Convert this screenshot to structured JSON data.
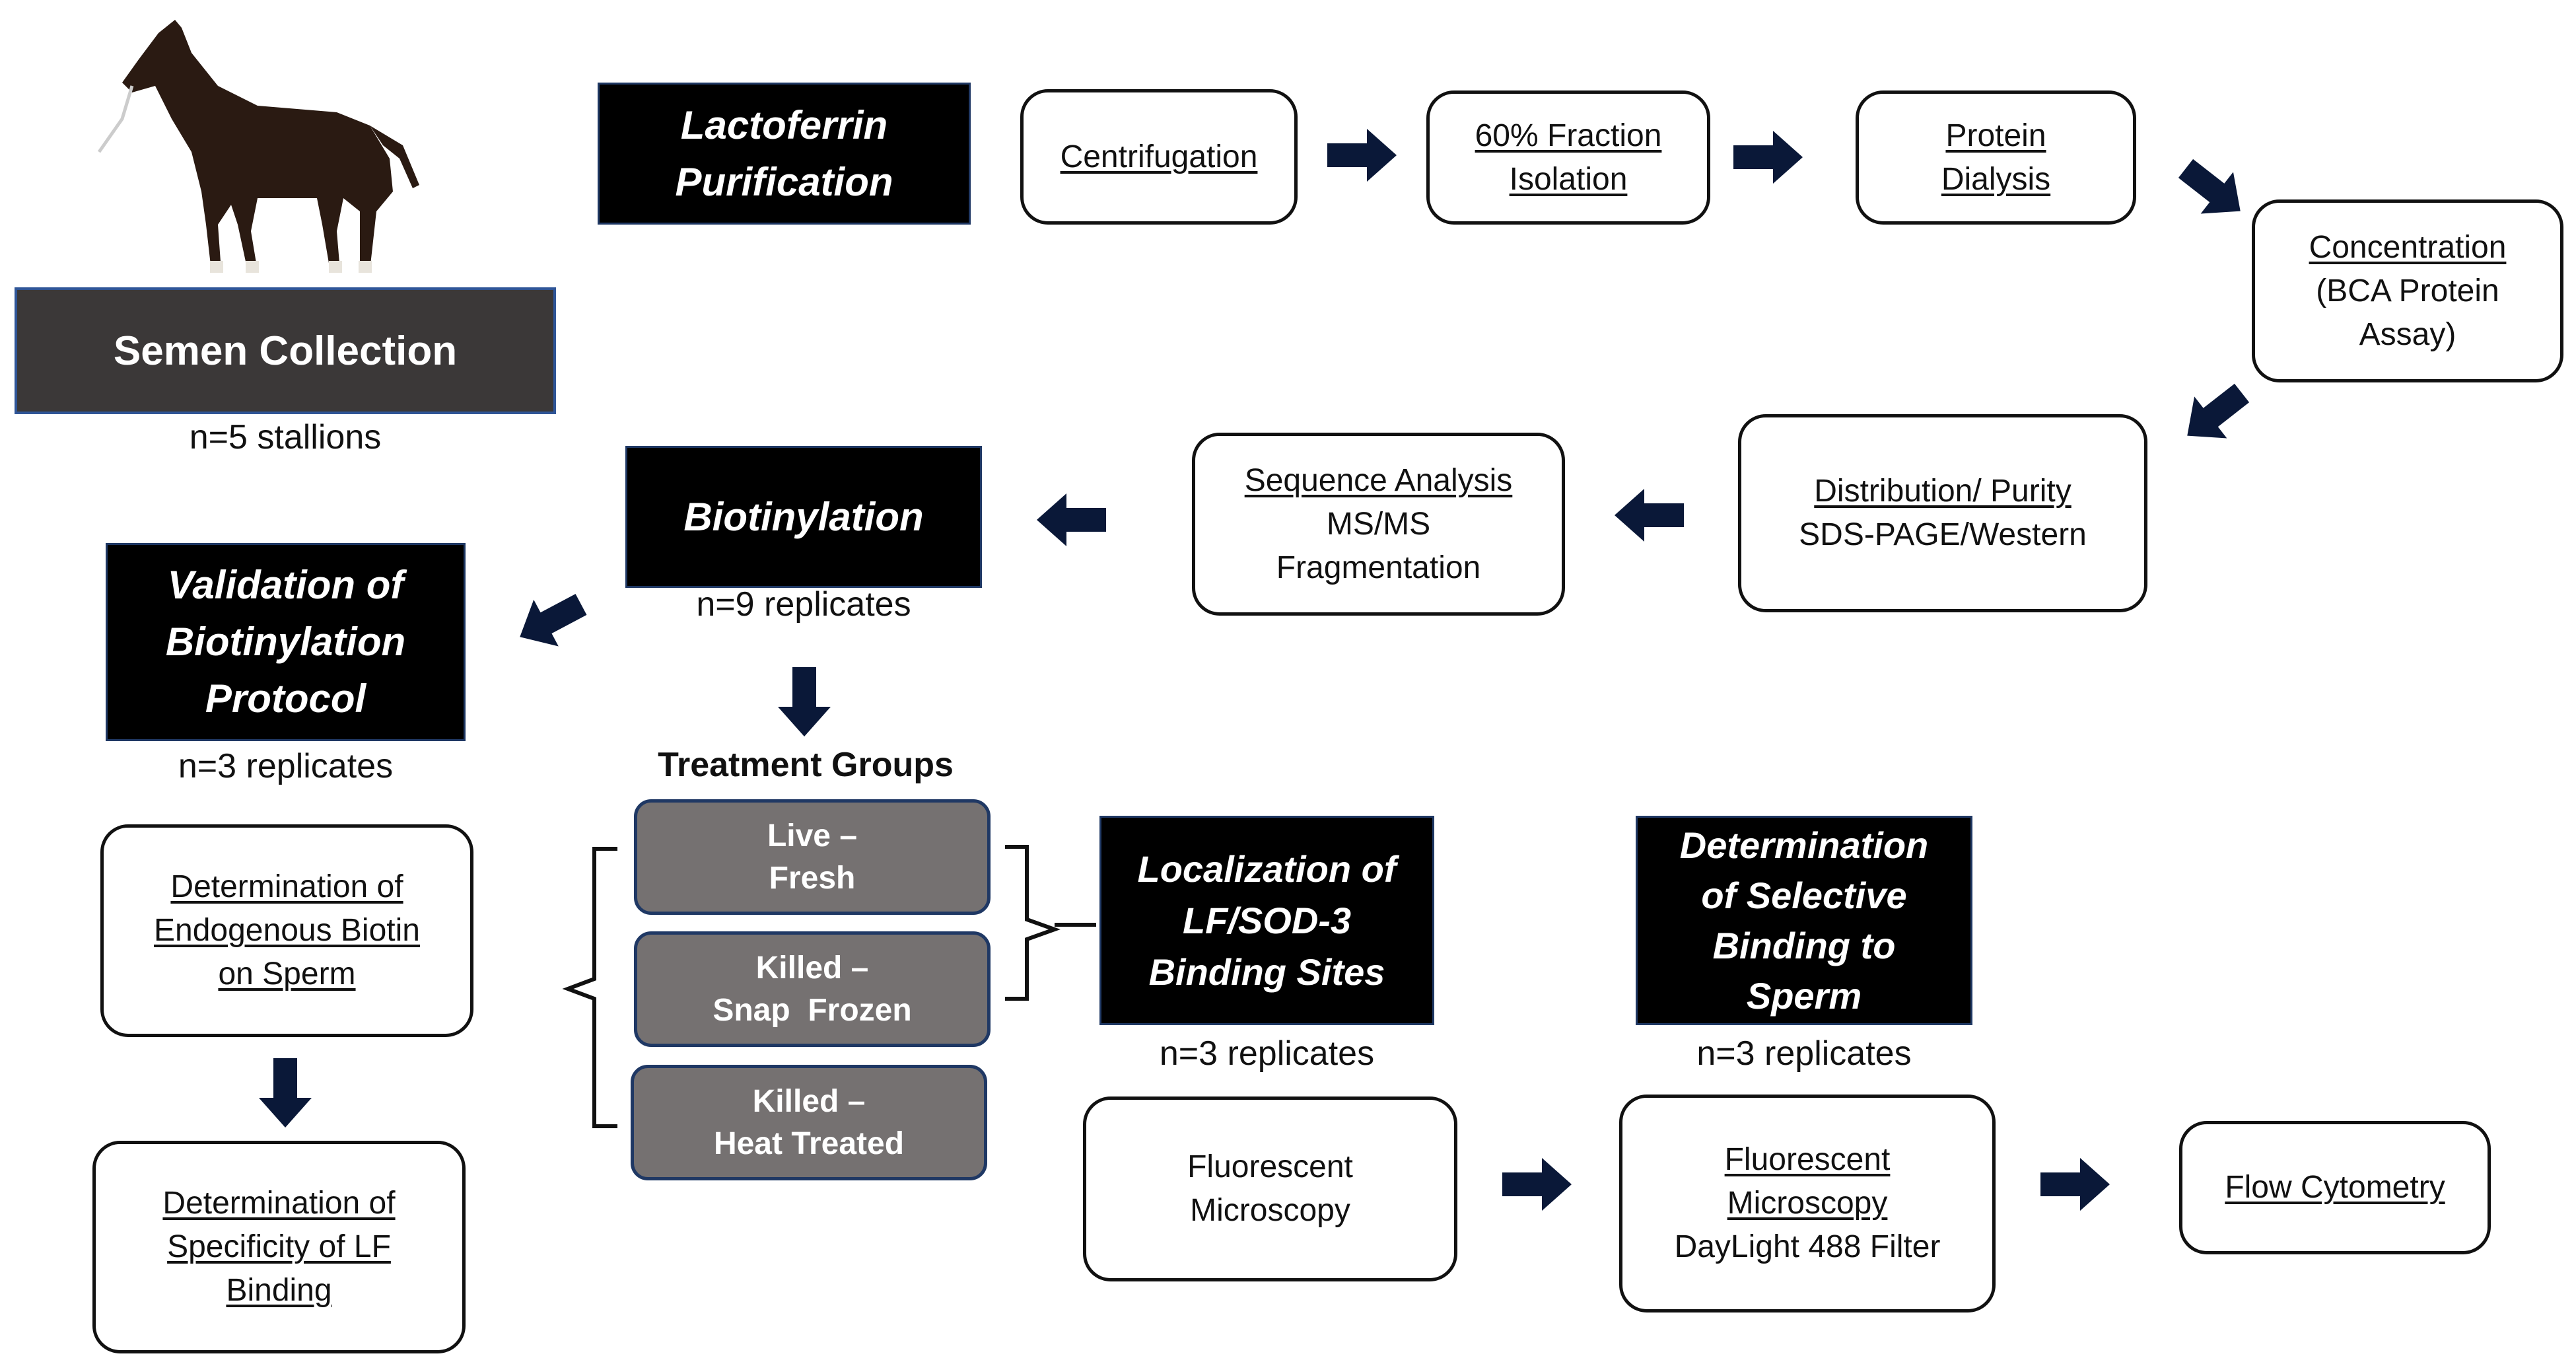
{
  "semen_collection": {
    "label": "Semen Collection",
    "note": "n=5 stallions"
  },
  "lactoferrin_purification": {
    "line1": "Lactoferrin",
    "line2": "Purification"
  },
  "purification_steps": {
    "centrifugation": "Centrifugation",
    "fraction_line1": "60% Fraction",
    "fraction_line2": "Isolation",
    "dialysis_line1": "Protein",
    "dialysis_line2": "Dialysis",
    "concentration_title": "Concentration",
    "concentration_line2": "(BCA Protein",
    "concentration_line3": "Assay)",
    "distribution_title": "Distribution/ Purity",
    "distribution_sub": "SDS-PAGE/Western",
    "sequence_title": "Sequence Analysis",
    "sequence_line2": "MS/MS",
    "sequence_line3": "Fragmentation"
  },
  "biotinylation": {
    "label": "Biotinylation",
    "note": "n=9 replicates"
  },
  "validation": {
    "line1": "Validation of",
    "line2": "Biotinylation",
    "line3": "Protocol",
    "note": "n=3 replicates"
  },
  "endogenous": {
    "line1": "Determination of",
    "line2": "Endogenous Biotin",
    "line3": "on Sperm"
  },
  "specificity": {
    "line1": "Determination of",
    "line2": "Specificity of LF",
    "line3": "Binding"
  },
  "treatment": {
    "title": "Treatment Groups",
    "groups": [
      {
        "line1": "Live –",
        "line2": "Fresh"
      },
      {
        "line1": "Killed –",
        "line2": "Snap  Frozen"
      },
      {
        "line1": "Killed –",
        "line2": "Heat Treated"
      }
    ]
  },
  "localization": {
    "line1": "Localization of",
    "line2": "LF/SOD-3",
    "line3": "Binding Sites",
    "note": "n=3 replicates"
  },
  "selective": {
    "line1": "Determination",
    "line2": "of Selective",
    "line3": "Binding to",
    "line4": "Sperm",
    "note": "n=3 replicates"
  },
  "microscopy": {
    "line1": "Fluorescent",
    "line2": "Microscopy"
  },
  "daylight": {
    "line1": "Fluorescent",
    "line2": "Microscopy",
    "line3": "DayLight 488 Filter"
  },
  "flow": {
    "label": "Flow Cytometry"
  },
  "colors": {
    "black_box": "#000000",
    "border_blue": "#1f3864",
    "gray_box": "#757171",
    "arrow": "#0a1838"
  }
}
